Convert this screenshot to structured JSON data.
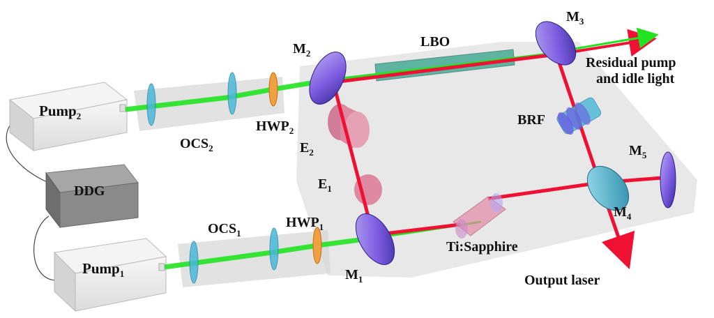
{
  "labels": {
    "pump2": "Pump",
    "pump2_sub": "2",
    "pump1": "Pump",
    "pump1_sub": "1",
    "ddg": "DDG",
    "ocs2": "OCS",
    "ocs2_sub": "2",
    "ocs1": "OCS",
    "ocs1_sub": "1",
    "hwp2": "HWP",
    "hwp2_sub": "2",
    "hwp1": "HWP",
    "hwp1_sub": "1",
    "m1": "M",
    "m1_sub": "1",
    "m2": "M",
    "m2_sub": "2",
    "m3": "M",
    "m3_sub": "3",
    "m4": "M",
    "m4_sub": "4",
    "m5": "M",
    "m5_sub": "5",
    "e1": "E",
    "e1_sub": "1",
    "e2": "E",
    "e2_sub": "2",
    "lbo": "LBO",
    "brf": "BRF",
    "crystal": "Ti:Sapphire",
    "residual_line1": "Residual pump",
    "residual_line2": "and idle light",
    "output": "Output laser"
  },
  "colors": {
    "pump_beam": "#22e322",
    "red_beam": "#ee1133",
    "mirror": "#7c5ce0",
    "mirror_blue": "#49b8d8",
    "hwp": "#f0a040",
    "etalon": "#d86a8a",
    "lbo": "#3aa890",
    "stage": "#d6d6d6",
    "pump_box": "#eeeeee",
    "ddg_box": "#8a8a8a"
  }
}
